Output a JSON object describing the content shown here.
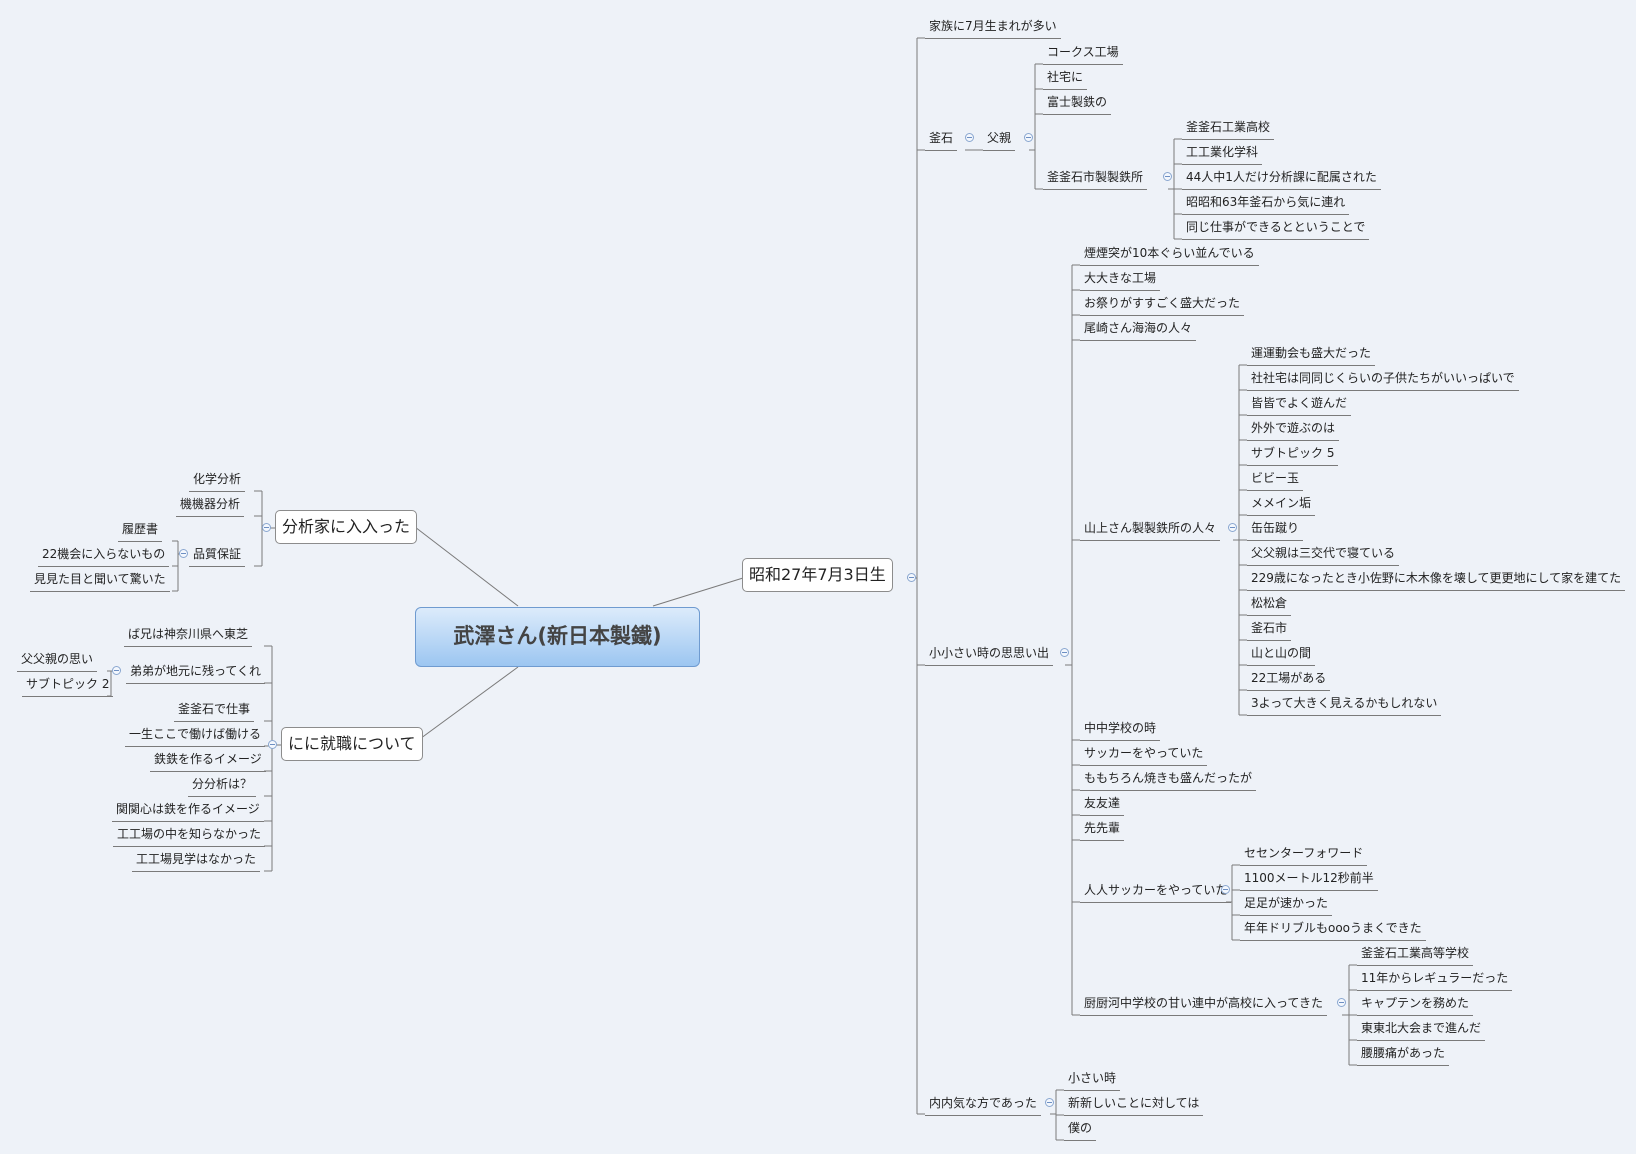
{
  "central": "武澤さん(新日本製鐵)",
  "branches": {
    "birth": "昭和27年7月3日生",
    "analyst": "分析家に入入った",
    "employment": "にに就職について"
  },
  "birth": {
    "family_july": "家族に7月生まれが多い",
    "kamaishi": "釜石",
    "father": "父親",
    "coke": "コークス工場",
    "shataku": "社宅に",
    "fuji": "富士製鉄の",
    "works": "釜釜石市製製鉄所",
    "works_children": [
      "釜釜石工業高校",
      "工工業化学科",
      "44人中1人だけ分析課に配属された",
      "昭昭和63年釜石から気に連れ",
      "同じ仕事ができるとということで"
    ],
    "childhood": "小小さい時の思思い出",
    "childhood_top": [
      "煙煙突が10本ぐらい並んでいる",
      "大大きな工場",
      "お祭りがすすごく盛大だった",
      "尾崎さん海海の人々"
    ],
    "yamagami": "山上さん製製鉄所の人々",
    "yamagami_children": [
      "運運動会も盛大だった",
      "社社宅は同同じくらいの子供たちがいいっぱいで",
      "皆皆でよく遊んだ",
      "外外で遊ぶのは",
      "サブトピック 5",
      "ビビー玉",
      "メメイン垢",
      "缶缶蹴り",
      "父父親は三交代で寝ている",
      "229歳になったとき小佐野に木木像を壊して更更地にして家を建てた",
      "松松倉",
      "釜石市",
      "山と山の間",
      "22工場がある",
      "3よって大きく見えるかもしれない"
    ],
    "childhood_mid": [
      "中中学校の時",
      "サッカーをやっていた",
      "ももちろん焼きも盛んだったが",
      "友友達",
      "先先輩"
    ],
    "soccer": "人人サッカーをやっていた",
    "soccer_children": [
      "セセンターフォワード",
      "1100メートル12秒前半",
      "足足が速かった",
      "年年ドリブルもoooうまくできた"
    ],
    "kuriya": "厨厨河中学校の甘い連中が高校に入ってきた",
    "kuriya_children": [
      "釜釜石工業高等学校",
      "11年からレギュラーだった",
      "キャプテンを務めた",
      "東東北大会まで進んだ",
      "腰腰痛があった"
    ],
    "introvert": "内内気な方であった",
    "introvert_children": [
      "小さい時",
      "新新しいことに対しては",
      "僕の"
    ]
  },
  "analyst": {
    "chem": "化学分析",
    "instr": "機機器分析",
    "qa": "品質保証",
    "resume": "履歴書",
    "chance": "22機会に入らないもの",
    "saw": "見見た目と聞いて驚いた"
  },
  "employment": {
    "brother_toshiba": "ば兄は神奈川県へ東芝",
    "younger_brother": "弟弟が地元に残ってくれ",
    "father_thoughts": "父父親の思い",
    "subtopic2": "サブトピック 2",
    "children": [
      "釜釜石で仕事",
      "一生ここで働けば働ける",
      "鉄鉄を作るイメージ",
      "分分析は？",
      "関関心は鉄を作るイメージ",
      "工工場の中を知らなかった",
      "工工場見学はなかった"
    ]
  }
}
